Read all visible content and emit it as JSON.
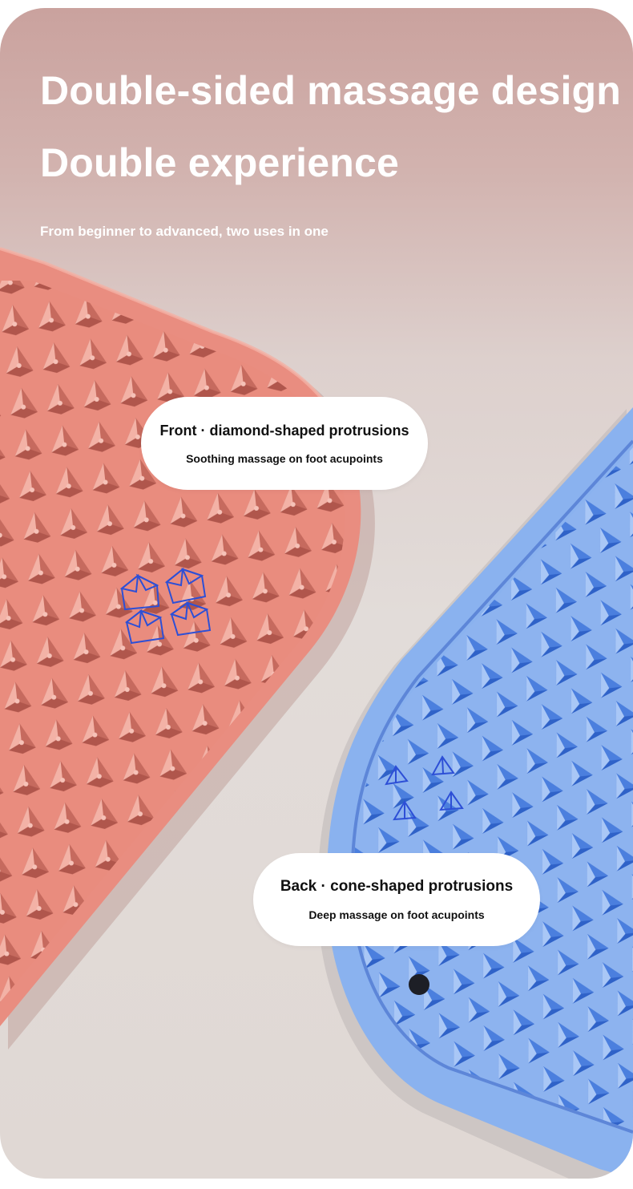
{
  "header": {
    "title_line1": "Double-sided massage design",
    "title_line2": "Double experience",
    "subtitle": "From beginner to advanced, two uses in one"
  },
  "front_callout": {
    "heading": "Front · diamond-shaped protrusions",
    "description": "Soothing massage on foot acupoints"
  },
  "back_callout": {
    "heading": "Back · cone-shaped protrusions",
    "description": "Deep massage on foot acupoints"
  },
  "colors": {
    "pink_mat": "#e98d80",
    "blue_mat": "#8ab2ef",
    "highlight_outline": "#2d4fd6",
    "text_white": "#ffffff"
  }
}
